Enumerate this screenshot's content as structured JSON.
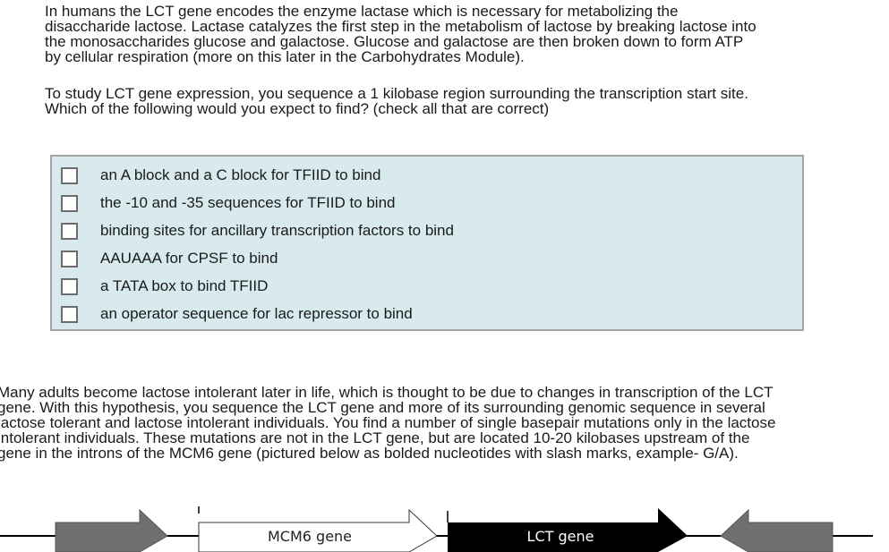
{
  "intro": {
    "lines": [
      "In humans the LCT gene encodes the enzyme lactase which is necessary for metabolizing the",
      "disaccharide lactose. Lactase catalyzes the first step in the metabolism of lactose by breaking lactose into",
      "the monosaccharides glucose and galactose. Glucose and galactose are then broken down to form ATP",
      "by cellular respiration (more on this later in the Carbohydrates Module)."
    ]
  },
  "question": {
    "lines": [
      "To study LCT gene expression, you sequence a 1 kilobase region surrounding the transcription start site.",
      "Which of the following would you expect to find? (check all that are correct)"
    ]
  },
  "options": [
    {
      "label": "an A block and a C block for TFIID to bind",
      "checked": false
    },
    {
      "label": "the -10 and -35 sequences for TFIID to bind",
      "checked": false
    },
    {
      "label": "binding sites for ancillary transcription factors to bind",
      "checked": false
    },
    {
      "label": "AAUAAA for CPSF to bind",
      "checked": false
    },
    {
      "label": "a TATA box to bind TFIID",
      "checked": false
    },
    {
      "label": "an operator sequence for lac repressor to bind",
      "checked": false
    }
  ],
  "hypothesis": {
    "lines": [
      "Many adults become lactose intolerant later in life, which is thought to be due to changes in transcription of the LCT",
      "gene. With this hypothesis, you sequence the LCT gene and more of its surrounding genomic sequence in several",
      "lactose tolerant and lactose intolerant individuals. You find a number of single basepair mutations only in the lactose",
      "intolerant individuals. These mutations are not in the LCT gene, but are located 10-20 kilobases upstream of the",
      "gene in the introns of the MCM6 gene (pictured below as bolded nucleotides with slash marks, example- G/A)."
    ]
  },
  "diagram": {
    "mcm6_label": "MCM6 gene",
    "lct_label": "LCT gene",
    "colors": {
      "gray_gene": "#6f6f6f",
      "mcm6_fill": "#ffffff",
      "lct_fill": "#000000",
      "line": "#000000"
    }
  }
}
